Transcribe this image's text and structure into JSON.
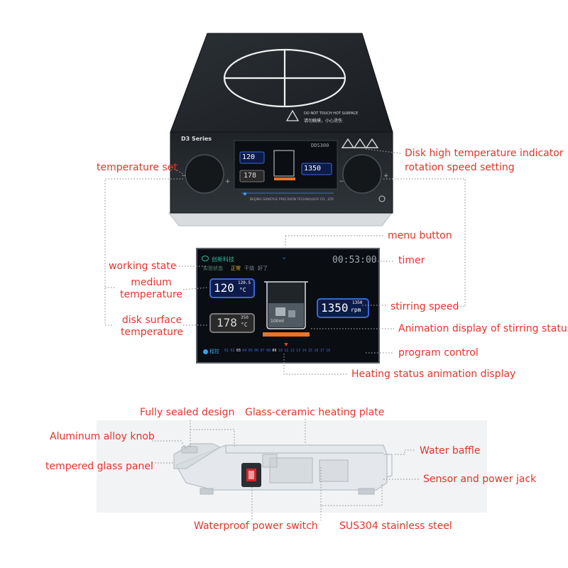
{
  "device": {
    "brand": "D3 Series",
    "model": "DDS300",
    "warning_cn": "请勿触摸，小心烫伤",
    "warning_en": "DO NOT TOUCH HOT SURFACE",
    "company": "BEIJING SANEYUE PRECISION TECHNOLOGY CO., LTD"
  },
  "screen": {
    "brand": "创新科技",
    "state_label": "实验状态",
    "states": [
      "正常",
      "干烧",
      "好了"
    ],
    "timer": "00:53:00",
    "medium_temp": "120",
    "medium_temp_set": "120.5",
    "temp_unit": "°C",
    "disk_temp": "178",
    "disk_temp_set": "350",
    "speed": "1350",
    "speed_set": "1350",
    "speed_unit": "rpm",
    "beaker_volume": "100ml",
    "program_label": "程控",
    "program_steps": [
      "01",
      "02",
      "03",
      "04",
      "05",
      "06",
      "07",
      "08",
      "09",
      "10",
      "11",
      "12",
      "13",
      "14",
      "15",
      "16",
      "17",
      "18"
    ]
  },
  "callouts": {
    "temperature_set": "temperature set",
    "disk_high_temp": "Disk high temperature indicator",
    "rotation_speed": "rotation speed setting",
    "menu_button": "menu button",
    "working_state": "working state",
    "timer": "timer",
    "medium_temperature": "medium temperature",
    "stirring_speed": "stirring speed",
    "disk_surface_temperature": "disk surface temperature",
    "animation_stirring": "Animation display of stirring status",
    "program_control": "program control",
    "heating_animation": "Heating status animation display",
    "fully_sealed": "Fully sealed design",
    "glass_ceramic": "Glass-ceramic heating plate",
    "aluminum_knob": "Aluminum alloy knob",
    "water_baffle": "Water baffle",
    "tempered_glass": "tempered glass panel",
    "sensor_power": "Sensor and power jack",
    "waterproof_switch": "Waterproof power switch",
    "sus304": "SUS304 stainless steel"
  },
  "colors": {
    "callout_text": "#e0352b",
    "device_body": "#22262b",
    "lcd_blue": "#0d1b4a",
    "lcd_border": "#3a68d8",
    "heater_orange": "#e8732a"
  }
}
